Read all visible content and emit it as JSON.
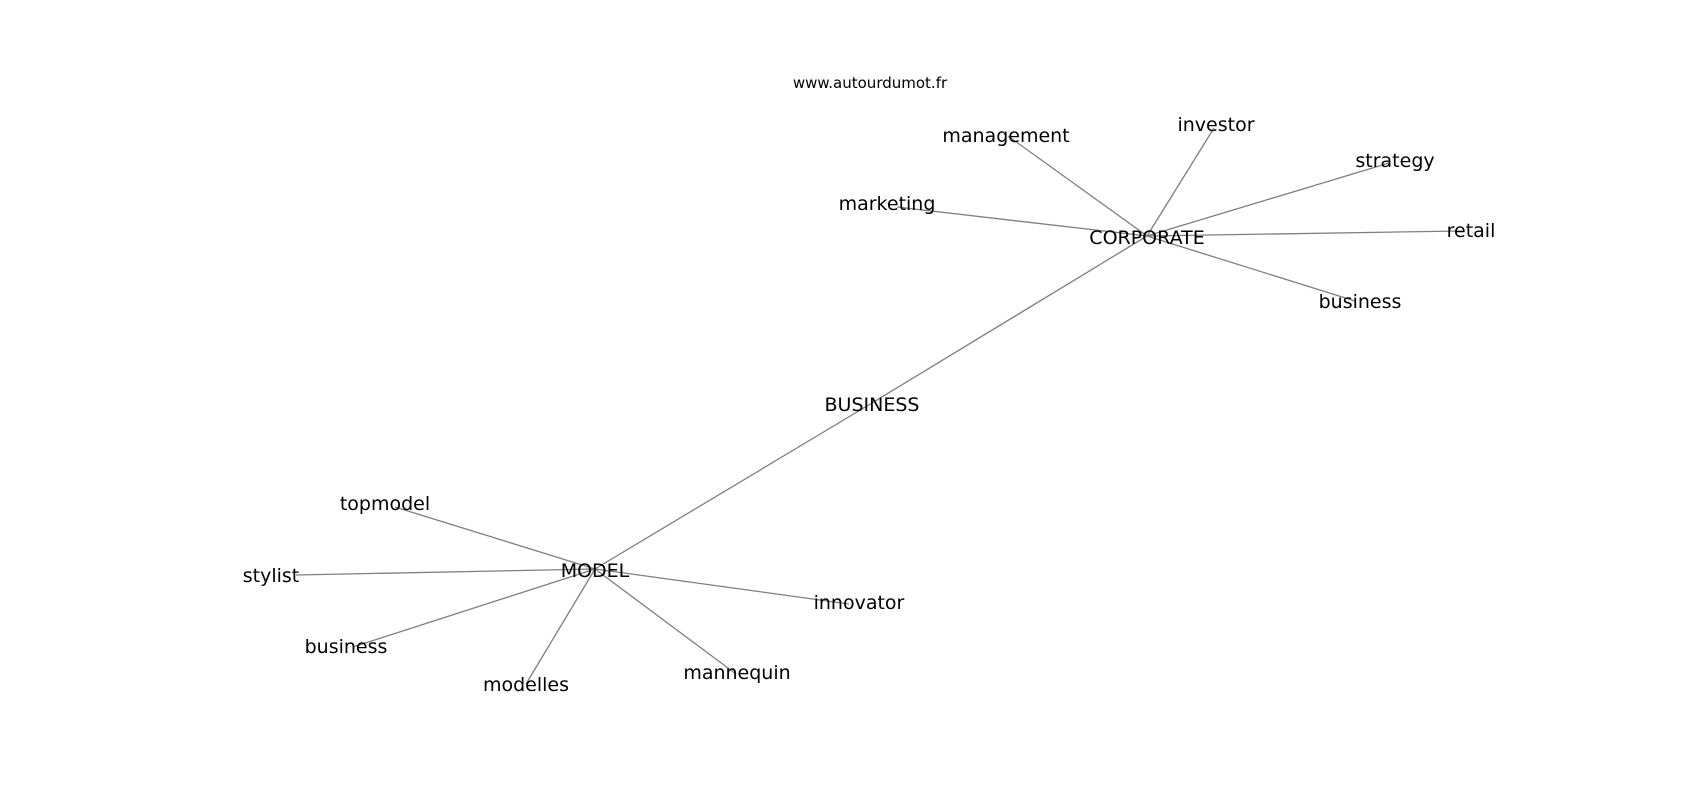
{
  "watermark": "www.autourdumot.fr",
  "colors": {
    "edge": "#7f7f7f",
    "text": "#000000",
    "background": "#ffffff"
  },
  "nodes": [
    {
      "id": "business_center",
      "label": "BUSINESS"
    },
    {
      "id": "corporate",
      "label": "CORPORATE"
    },
    {
      "id": "model",
      "label": "MODEL"
    },
    {
      "id": "management",
      "label": "management"
    },
    {
      "id": "investor",
      "label": "investor"
    },
    {
      "id": "strategy",
      "label": "strategy"
    },
    {
      "id": "marketing",
      "label": "marketing"
    },
    {
      "id": "retail",
      "label": "retail"
    },
    {
      "id": "business_corp",
      "label": "business"
    },
    {
      "id": "topmodel",
      "label": "topmodel"
    },
    {
      "id": "stylist",
      "label": "stylist"
    },
    {
      "id": "business_model",
      "label": "business"
    },
    {
      "id": "modelles",
      "label": "modelles"
    },
    {
      "id": "mannequin",
      "label": "mannequin"
    },
    {
      "id": "innovator",
      "label": "innovator"
    }
  ],
  "edges": [
    [
      "business_center",
      "corporate"
    ],
    [
      "business_center",
      "model"
    ],
    [
      "corporate",
      "management"
    ],
    [
      "corporate",
      "investor"
    ],
    [
      "corporate",
      "strategy"
    ],
    [
      "corporate",
      "marketing"
    ],
    [
      "corporate",
      "retail"
    ],
    [
      "corporate",
      "business_corp"
    ],
    [
      "model",
      "topmodel"
    ],
    [
      "model",
      "stylist"
    ],
    [
      "model",
      "business_model"
    ],
    [
      "model",
      "modelles"
    ],
    [
      "model",
      "mannequin"
    ],
    [
      "model",
      "innovator"
    ]
  ]
}
